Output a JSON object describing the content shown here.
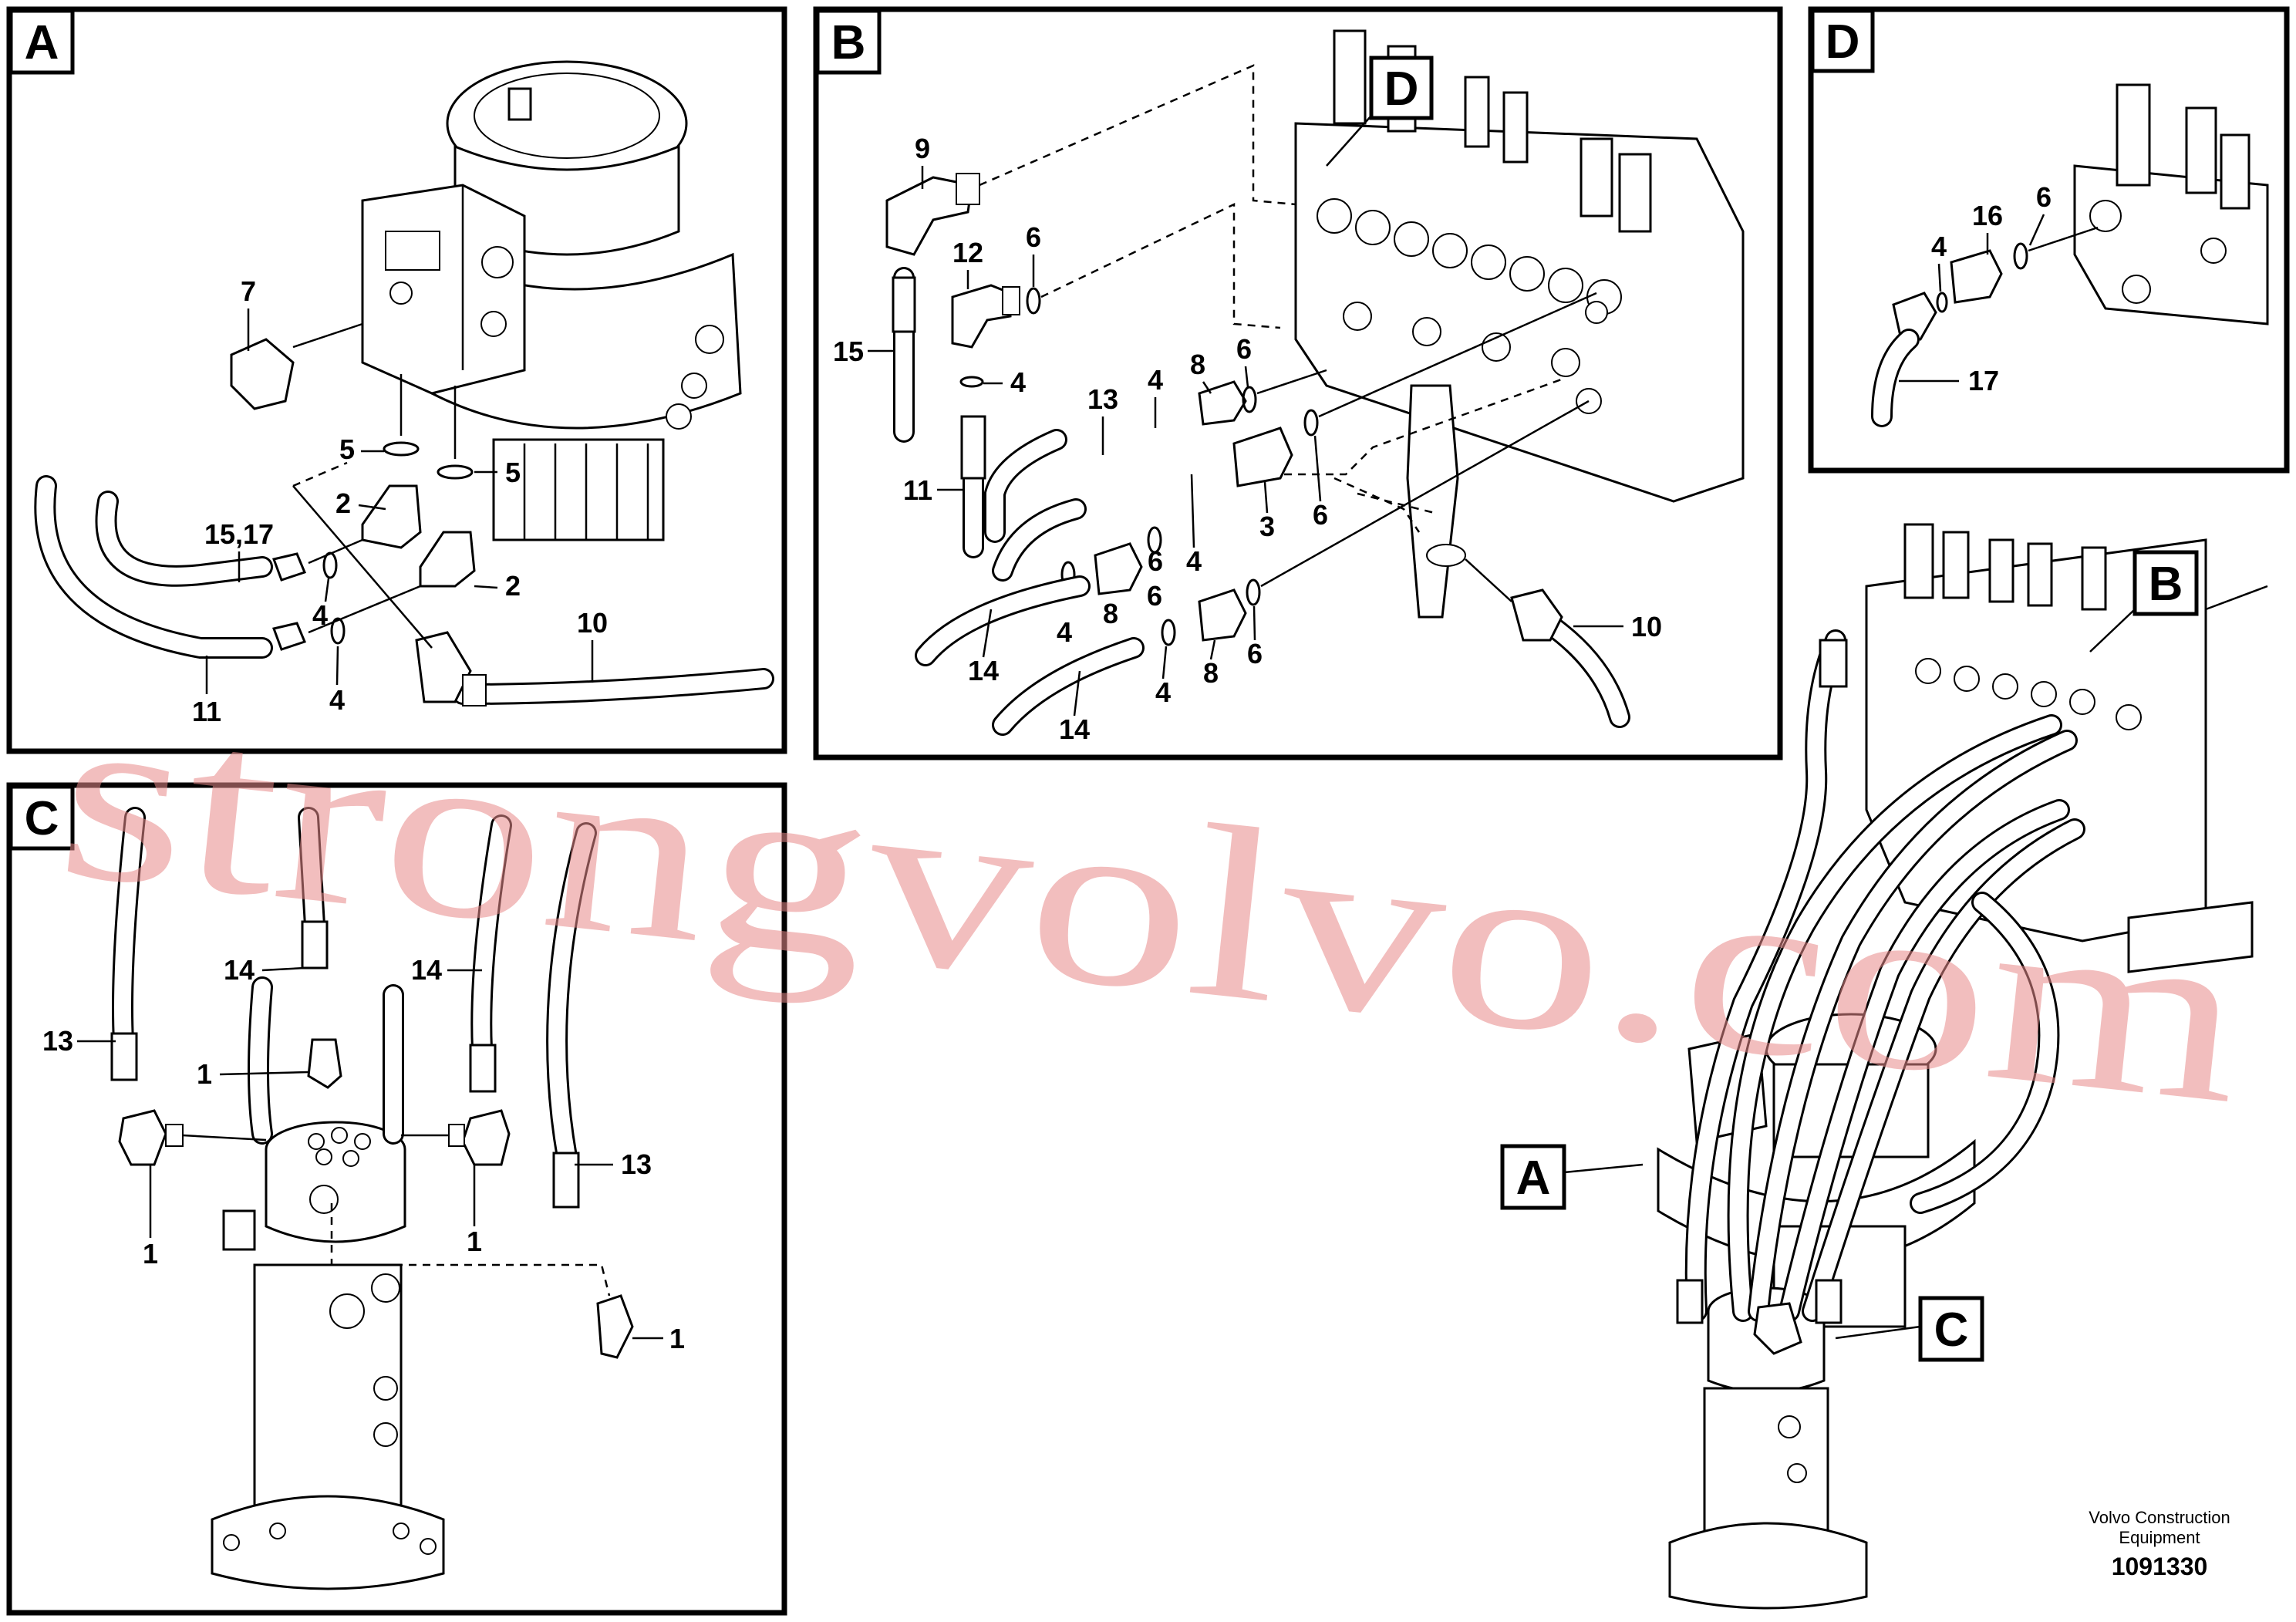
{
  "panels": {
    "A": {
      "letter": "A"
    },
    "B": {
      "letter": "B"
    },
    "C": {
      "letter": "C"
    },
    "D": {
      "letter": "D"
    }
  },
  "overview": {
    "label_a": "A",
    "label_b": "B",
    "label_c": "C",
    "label_d": "D"
  },
  "callouts": {
    "a": [
      "7",
      "5",
      "5",
      "2",
      "2",
      "15,17",
      "4",
      "4",
      "11",
      "10"
    ],
    "b": [
      "9",
      "12",
      "6",
      "15",
      "4",
      "11",
      "13",
      "4",
      "8",
      "6",
      "6",
      "3",
      "6",
      "4",
      "8",
      "6",
      "4",
      "14",
      "4",
      "8",
      "6",
      "14",
      "10"
    ],
    "c": [
      "14",
      "14",
      "13",
      "1",
      "13",
      "1",
      "1",
      "1"
    ],
    "d": [
      "16",
      "6",
      "4",
      "17"
    ]
  },
  "footer": {
    "line1": "Volvo Construction",
    "line2": "Equipment",
    "number": "1091330"
  },
  "watermark": "strongvolvo.com"
}
